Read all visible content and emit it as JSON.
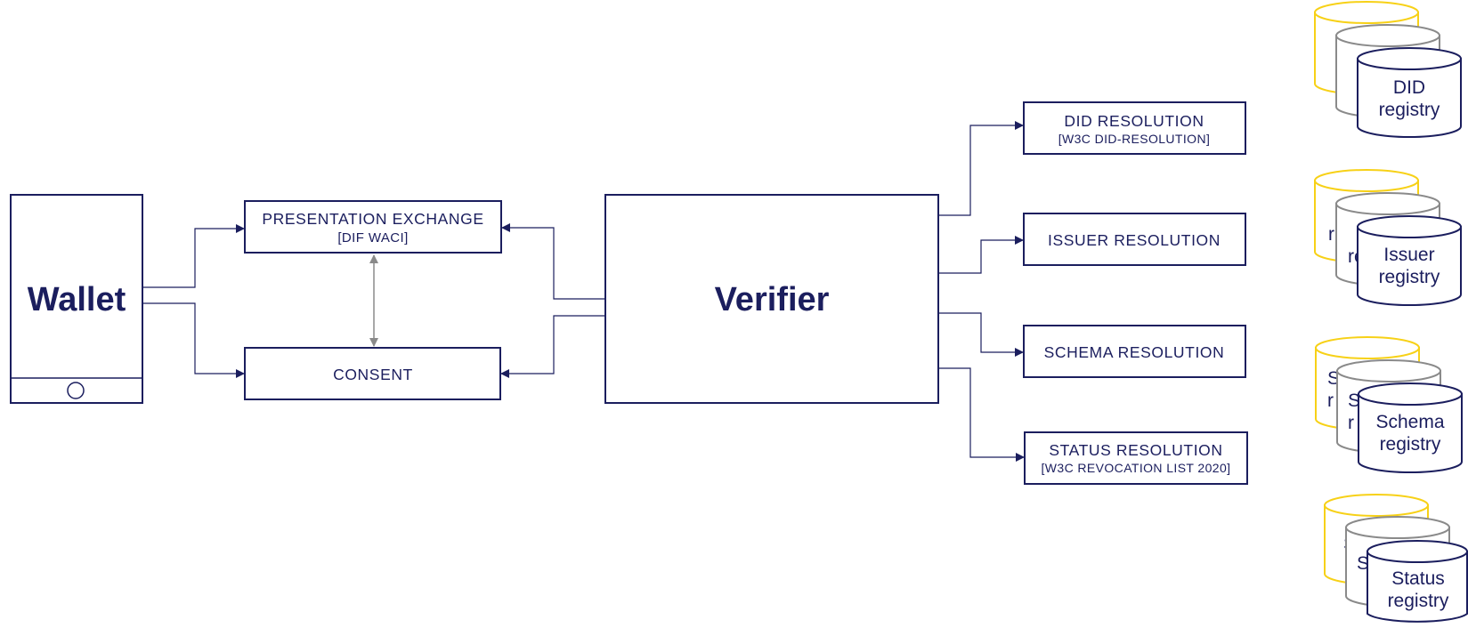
{
  "colors": {
    "primary": "#1b1e5e",
    "gray": "#8a8a8a",
    "yellow": "#f7d117"
  },
  "wallet": {
    "label": "Wallet"
  },
  "verifier": {
    "label": "Verifier"
  },
  "presentation_exchange": {
    "title": "PRESENTATION EXCHANGE",
    "subtitle": "[DIF WACI]"
  },
  "consent": {
    "title": "CONSENT"
  },
  "resolutions": {
    "did": {
      "title": "DID RESOLUTION",
      "subtitle": "[W3C DID-RESOLUTION]"
    },
    "issuer": {
      "title": "ISSUER RESOLUTION"
    },
    "schema": {
      "title": "SCHEMA RESOLUTION"
    },
    "status": {
      "title": "STATUS RESOLUTION",
      "subtitle": "[W3C REVOCATION LIST 2020]"
    }
  },
  "registries": {
    "did": {
      "line1": "DID",
      "line2": "registry"
    },
    "issuer": {
      "line1": "Issuer",
      "line2": "registry",
      "peek_back": "r",
      "peek_mid": "re"
    },
    "schema": {
      "line1": "Schema",
      "line2": "registry",
      "peek_back": "S",
      "peek_back2": "r",
      "peek_mid": "S",
      "peek_mid2": "r"
    },
    "status": {
      "line1": "Status",
      "line2": "registry",
      "peek_back": "S",
      "peek_mid": "S"
    }
  }
}
